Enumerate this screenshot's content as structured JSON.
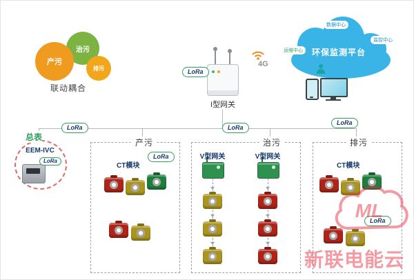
{
  "gears": {
    "caption": "联动耦合",
    "items": [
      {
        "label": "产污",
        "color": "#ef9b20"
      },
      {
        "label": "治污",
        "color": "#7cb342"
      },
      {
        "label": "排污",
        "color": "#f2a71b"
      }
    ]
  },
  "gateway_i": {
    "label": "I型网关",
    "lora": "LoRa"
  },
  "network": {
    "label_4g": "4G"
  },
  "cloud": {
    "title": "环保监测平台",
    "badge_top": "数据中心",
    "badge_left": "运维中心",
    "badge_right": "监控中心"
  },
  "bus": {
    "lora_left": "LoRa",
    "lora_mid": "LoRa",
    "lora_right": "LoRa"
  },
  "meter": {
    "group": "总表",
    "model": "EEM-IVC",
    "lora": "LoRa"
  },
  "boxes": {
    "chanwu": {
      "title": "产污",
      "module_label": "CT模块",
      "lora": "LoRa"
    },
    "zhiwu": {
      "title": "治污",
      "gateway_left_label": "V型网关",
      "gateway_right_label": "V型网关"
    },
    "paiwu": {
      "title": "排污",
      "module_label": "CT模块",
      "lora": "LoRa"
    }
  },
  "watermark": {
    "logo": "ML",
    "text": "新联电能云"
  },
  "colors": {
    "cloud_blue": "#3ab3e6",
    "module_red": "#b02418",
    "module_yellow": "#ab941f",
    "module_green": "#1e7e3c",
    "lora_border": "#2fa05c",
    "meter_circle_red": "#e06a6a",
    "watermark_red": "#e8374a"
  }
}
